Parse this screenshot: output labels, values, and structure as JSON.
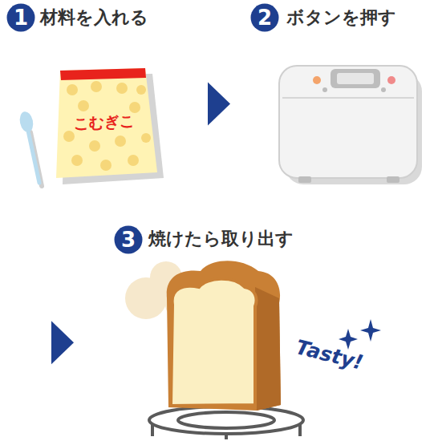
{
  "diagram": {
    "nodes": [
      {
        "text": [
          "材料を入れる"
        ]
      },
      {
        "text": [
          "1"
        ],
        "in": 0
      },
      {
        "text": [
          "ボタンを押す"
        ]
      },
      {
        "text": [
          "2"
        ],
        "in": 2
      },
      {
        "text": [
          "焼けたら取り出す"
        ]
      },
      {
        "text": [
          "3"
        ],
        "in": 4
      }
    ],
    "edges": [
      {
        "from": 0,
        "to": 2,
        "arrow": "to"
      },
      {
        "from": 2,
        "to": 4,
        "arrow": "to"
      }
    ],
    "labels": [
      "こむぎこ",
      "Tasty!"
    ]
  }
}
